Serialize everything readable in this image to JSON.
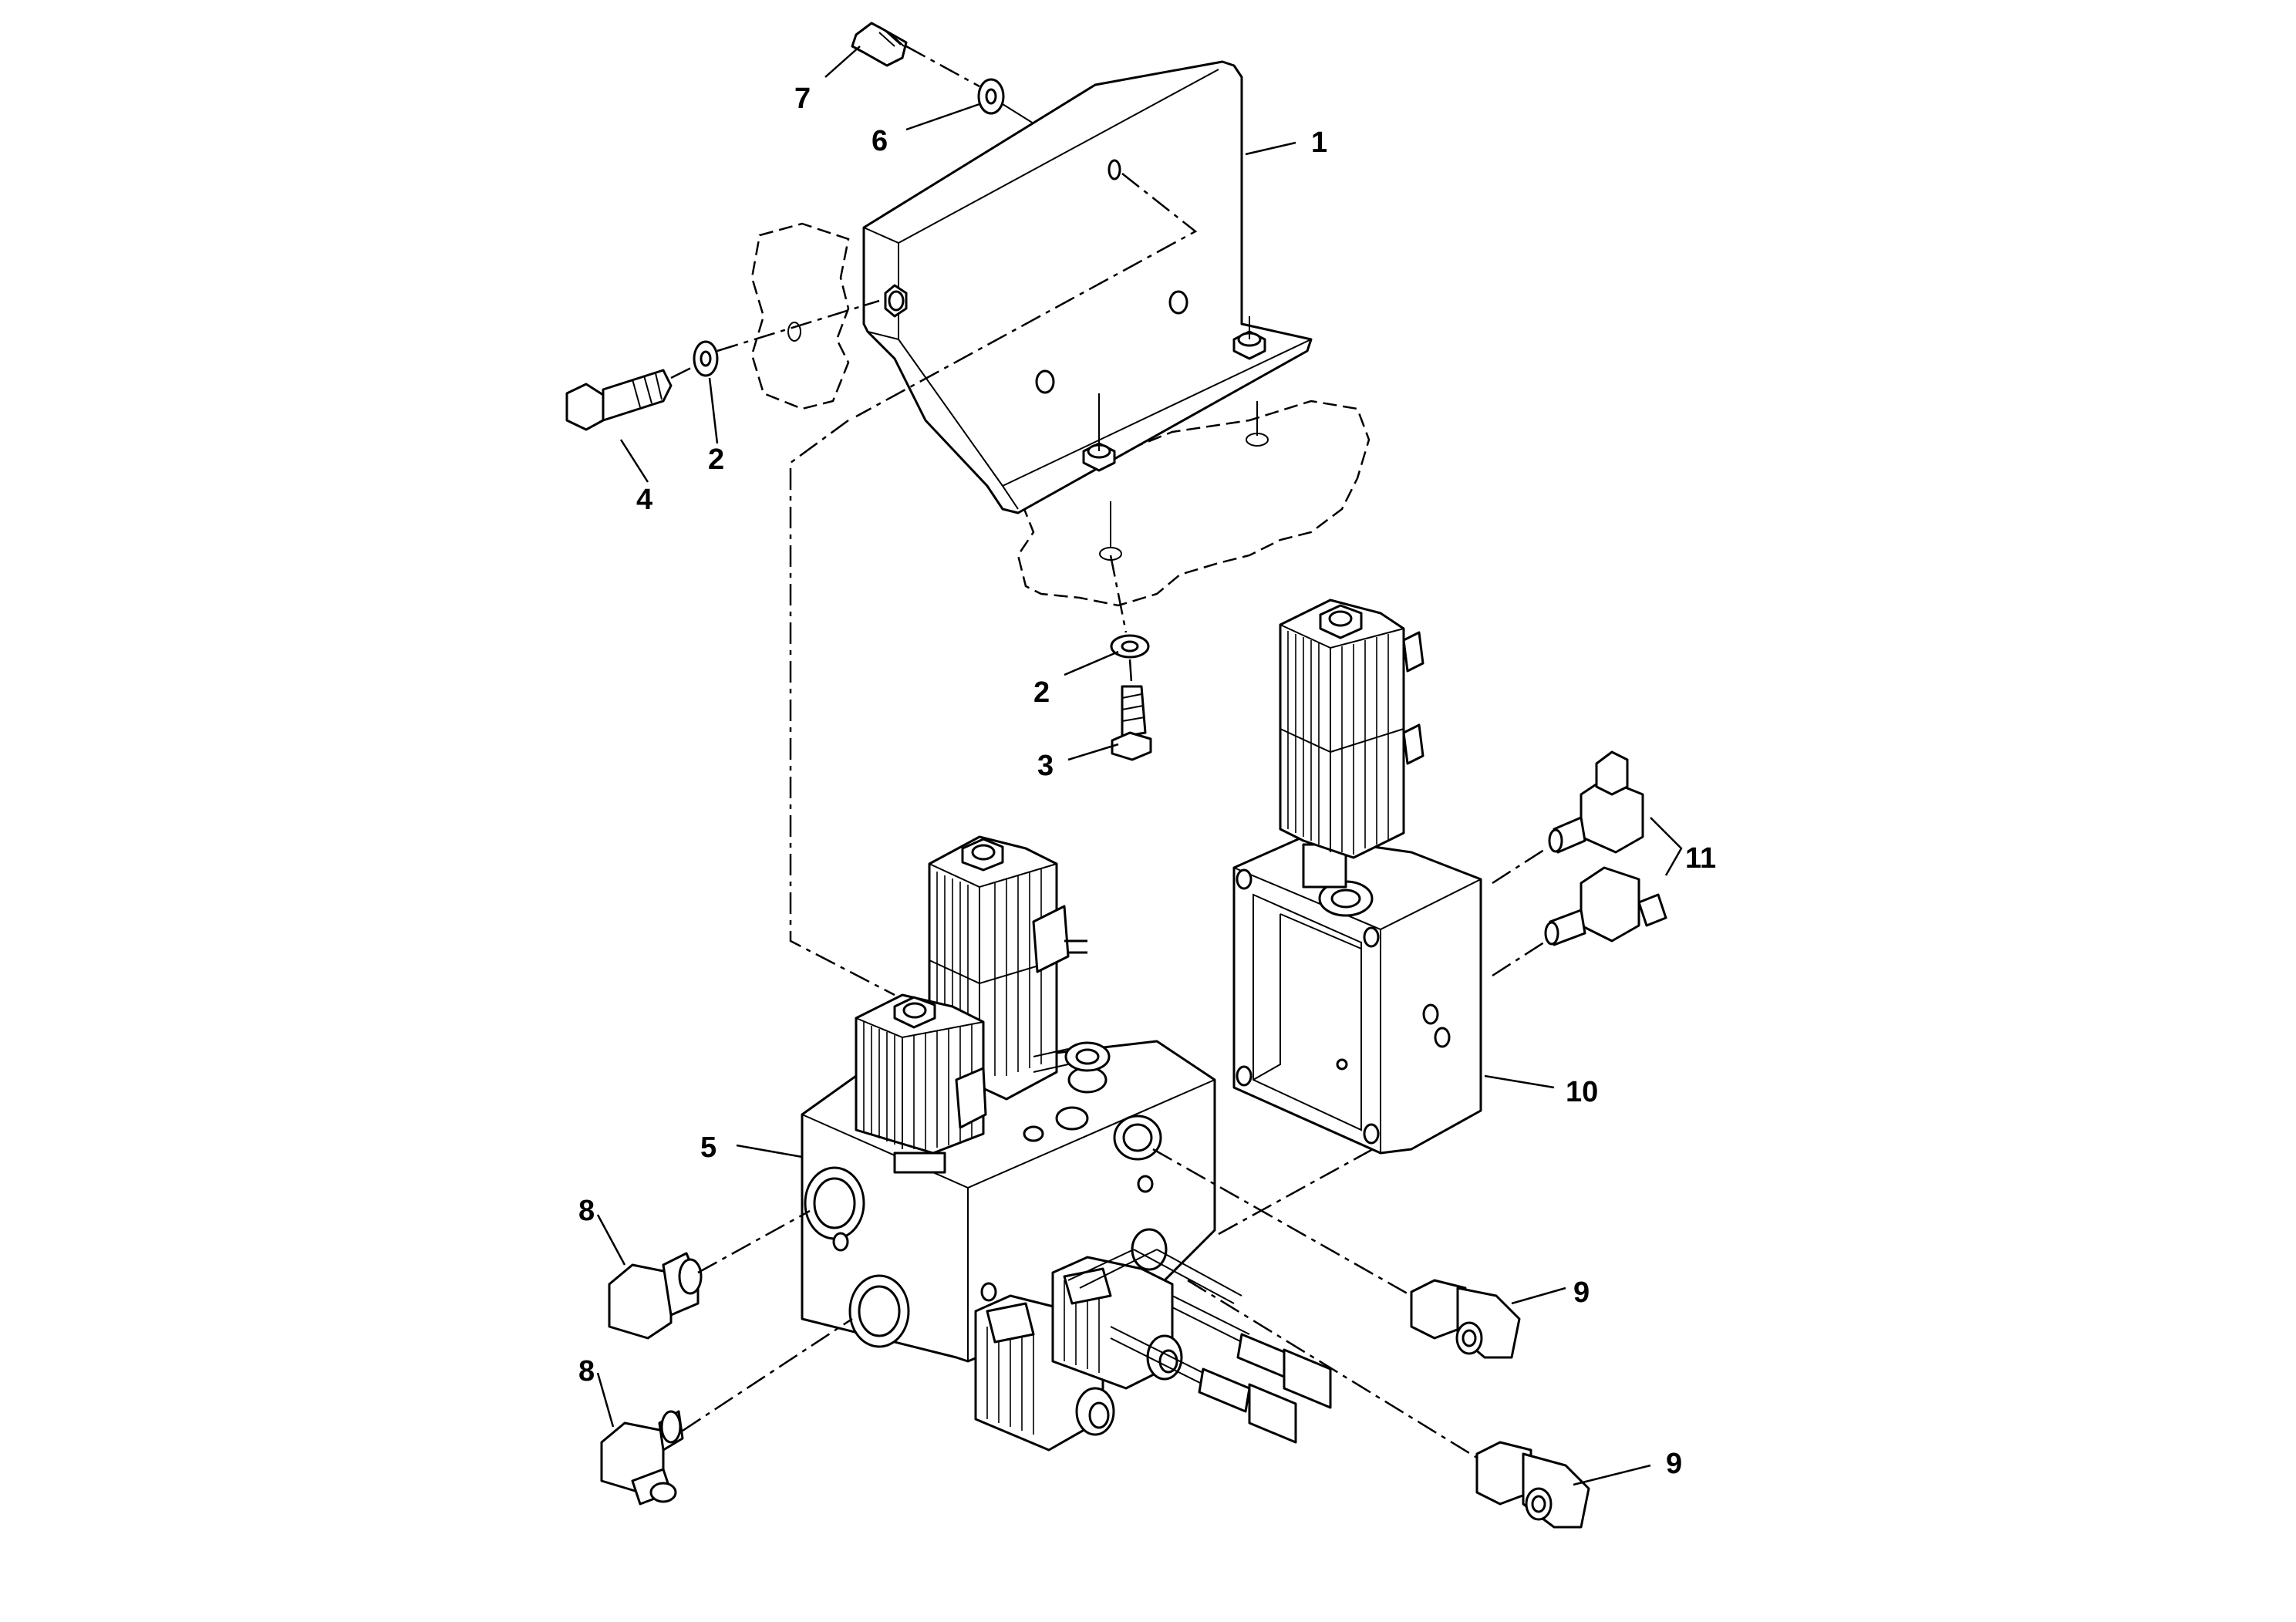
{
  "callouts": [
    {
      "id": "c1",
      "text": "1"
    },
    {
      "id": "c2a",
      "text": "2"
    },
    {
      "id": "c2b",
      "text": "2"
    },
    {
      "id": "c3",
      "text": "3"
    },
    {
      "id": "c4",
      "text": "4"
    },
    {
      "id": "c5",
      "text": "5"
    },
    {
      "id": "c6",
      "text": "6"
    },
    {
      "id": "c7",
      "text": "7"
    },
    {
      "id": "c8a",
      "text": "8"
    },
    {
      "id": "c8b",
      "text": "8"
    },
    {
      "id": "c9a",
      "text": "9"
    },
    {
      "id": "c9b",
      "text": "9"
    },
    {
      "id": "c10",
      "text": "10"
    },
    {
      "id": "c11",
      "text": "11"
    }
  ]
}
